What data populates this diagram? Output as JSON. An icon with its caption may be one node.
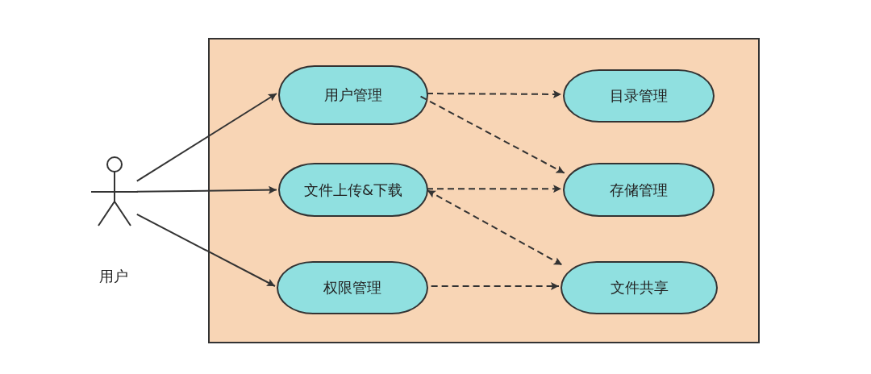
{
  "diagram": {
    "nodes": [
      {
        "text": [
          "用户"
        ]
      },
      {
        "text": [],
        "shape": "box"
      },
      {
        "text": [
          "用户管理"
        ],
        "in": 1
      },
      {
        "text": [
          "目录管理"
        ],
        "in": 1
      },
      {
        "text": [
          "文件上传&下载"
        ],
        "in": 1
      },
      {
        "text": [
          "存储管理"
        ],
        "in": 1
      },
      {
        "text": [
          "权限管理"
        ],
        "in": 1
      },
      {
        "text": [
          "文件共享"
        ],
        "in": 1
      }
    ],
    "edges": [
      {
        "from": 0,
        "to": 2,
        "arrow": "to"
      },
      {
        "from": 0,
        "to": 4,
        "arrow": "to"
      },
      {
        "from": 0,
        "to": 6,
        "arrow": "to"
      },
      {
        "from": 2,
        "to": 3,
        "arrow": "to",
        "style": "dashed"
      },
      {
        "from": 2,
        "to": 5,
        "arrow": "to",
        "style": "dashed"
      },
      {
        "from": 4,
        "to": 5,
        "arrow": "to",
        "style": "dashed"
      },
      {
        "from": 4,
        "to": 7,
        "arrow": "both",
        "style": "dashed"
      },
      {
        "from": 6,
        "to": 7,
        "arrow": "to",
        "style": "dashed"
      }
    ]
  }
}
